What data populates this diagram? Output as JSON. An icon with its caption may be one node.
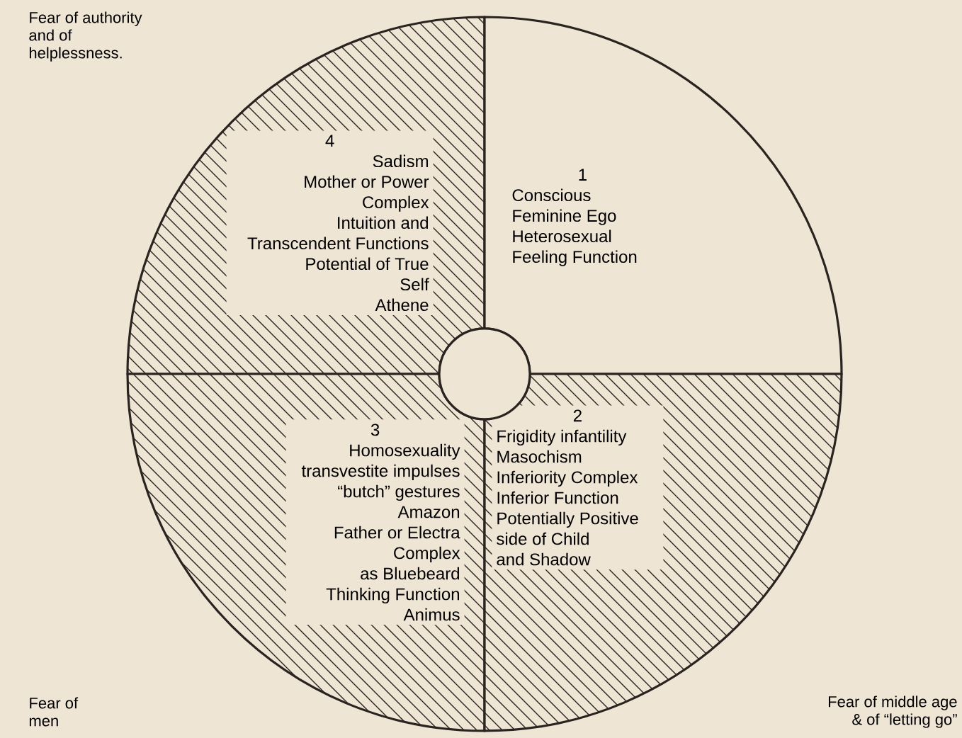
{
  "diagram": {
    "nodes": [
      {
        "text": [
          "4",
          "Sadism",
          "Mother or Power Complex",
          "Intuition and Transcendent Functions",
          "Potential of True Self",
          "Athene"
        ]
      },
      {
        "text": [
          "1",
          "Conscious",
          "Feminine Ego",
          "Heterosexual",
          "Feeling Function"
        ]
      },
      {
        "text": [],
        "shape": "circle"
      },
      {
        "text": [
          "3",
          "Homosexuality",
          "transvestite impulses",
          "“butch” gestures",
          "Amazon",
          "Father or Electra Complex as Bluebeard",
          "Thinking Function",
          "Animus"
        ]
      },
      {
        "text": [
          "2",
          "Frigidity infantility",
          "Masochism",
          "Inferiority Complex",
          "Inferior Function",
          "Potentially Positive side of Child and Shadow"
        ]
      }
    ],
    "labels": [
      "Fear of authority and of helplessness.",
      "Fear of men",
      "Fear of middle age & of “letting go”"
    ]
  }
}
